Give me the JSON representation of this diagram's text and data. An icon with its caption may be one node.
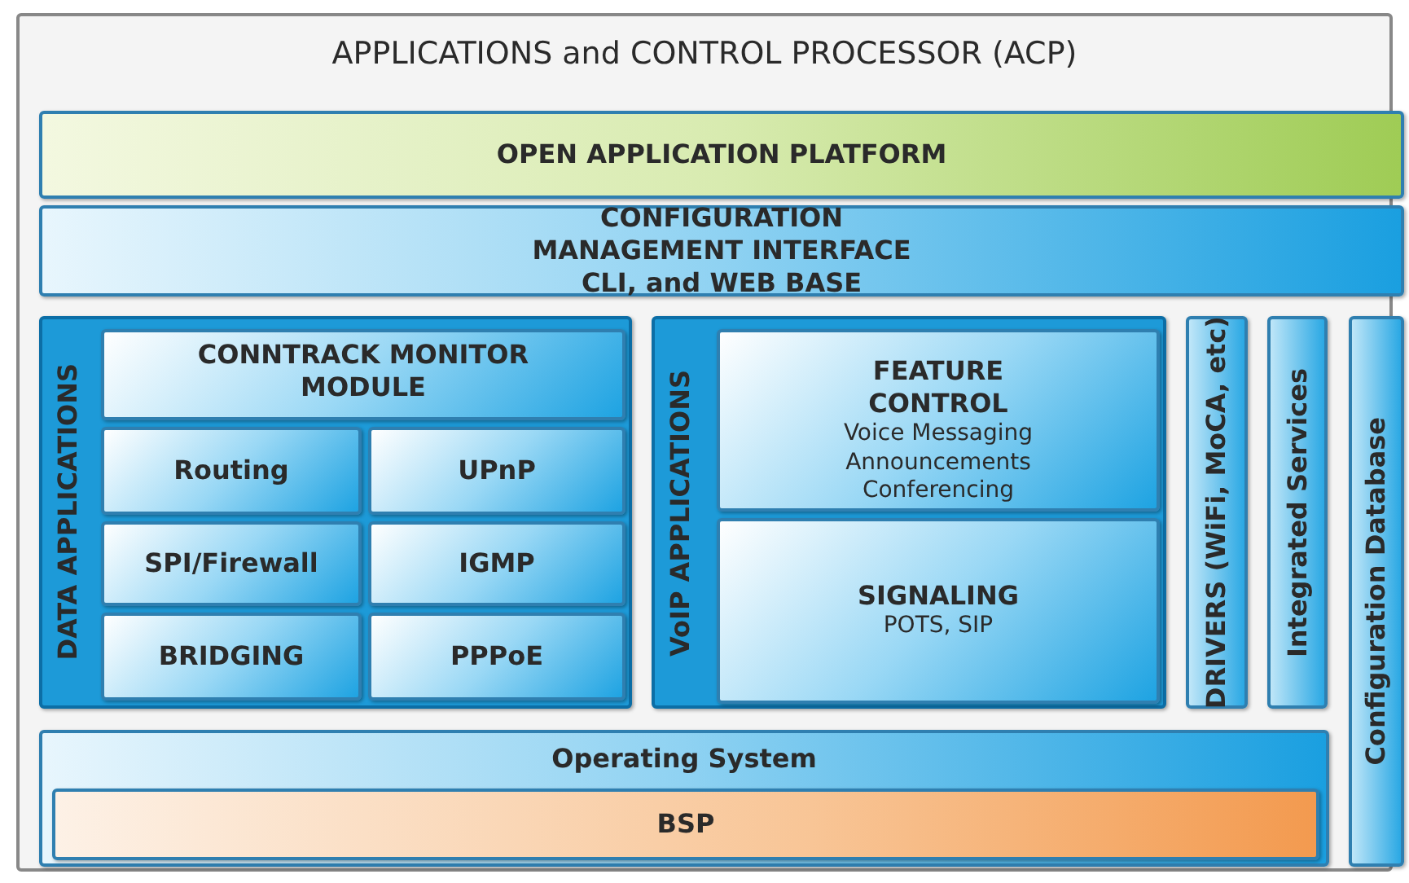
{
  "diagram": {
    "nodes": [
      {
        "text": [
          "APPLICATIONS and CONTROL PROCESSOR (ACP)"
        ]
      },
      {
        "text": [
          "OPEN APPLICATION PLATFORM"
        ],
        "in": 0
      },
      {
        "text": [
          "CONFIGURATION MANAGEMENT INTERFACE CLI, and WEB BASE"
        ],
        "in": 0
      },
      {
        "text": [
          "DATA APPLICATIONS"
        ],
        "in": 0
      },
      {
        "text": [
          "CONNTRACK MONITOR MODULE"
        ],
        "in": 3
      },
      {
        "text": [
          "Routing"
        ],
        "in": 3
      },
      {
        "text": [
          "UPnP"
        ],
        "in": 3
      },
      {
        "text": [
          "SPI/Firewall"
        ],
        "in": 3
      },
      {
        "text": [
          "IGMP"
        ],
        "in": 3
      },
      {
        "text": [
          "BRIDGING"
        ],
        "in": 3
      },
      {
        "text": [
          "PPPoE"
        ],
        "in": 3
      },
      {
        "text": [
          "VoIP APPLICATIONS"
        ],
        "in": 0
      },
      {
        "text": [
          "FEATURE CONTROL",
          "Voice Messaging Announcements Conferencing"
        ],
        "in": 11
      },
      {
        "text": [
          "SIGNALING",
          "POTS, SIP"
        ],
        "in": 11
      },
      {
        "text": [
          "DRIVERS (WiFi, MoCA, etc)"
        ],
        "in": 0
      },
      {
        "text": [
          "Integrated Services"
        ],
        "in": 0
      },
      {
        "text": [
          "Configuration Database"
        ],
        "in": 0
      },
      {
        "text": [
          "Operating System"
        ],
        "in": 0
      },
      {
        "text": [
          "BSP"
        ],
        "in": 17
      }
    ]
  }
}
